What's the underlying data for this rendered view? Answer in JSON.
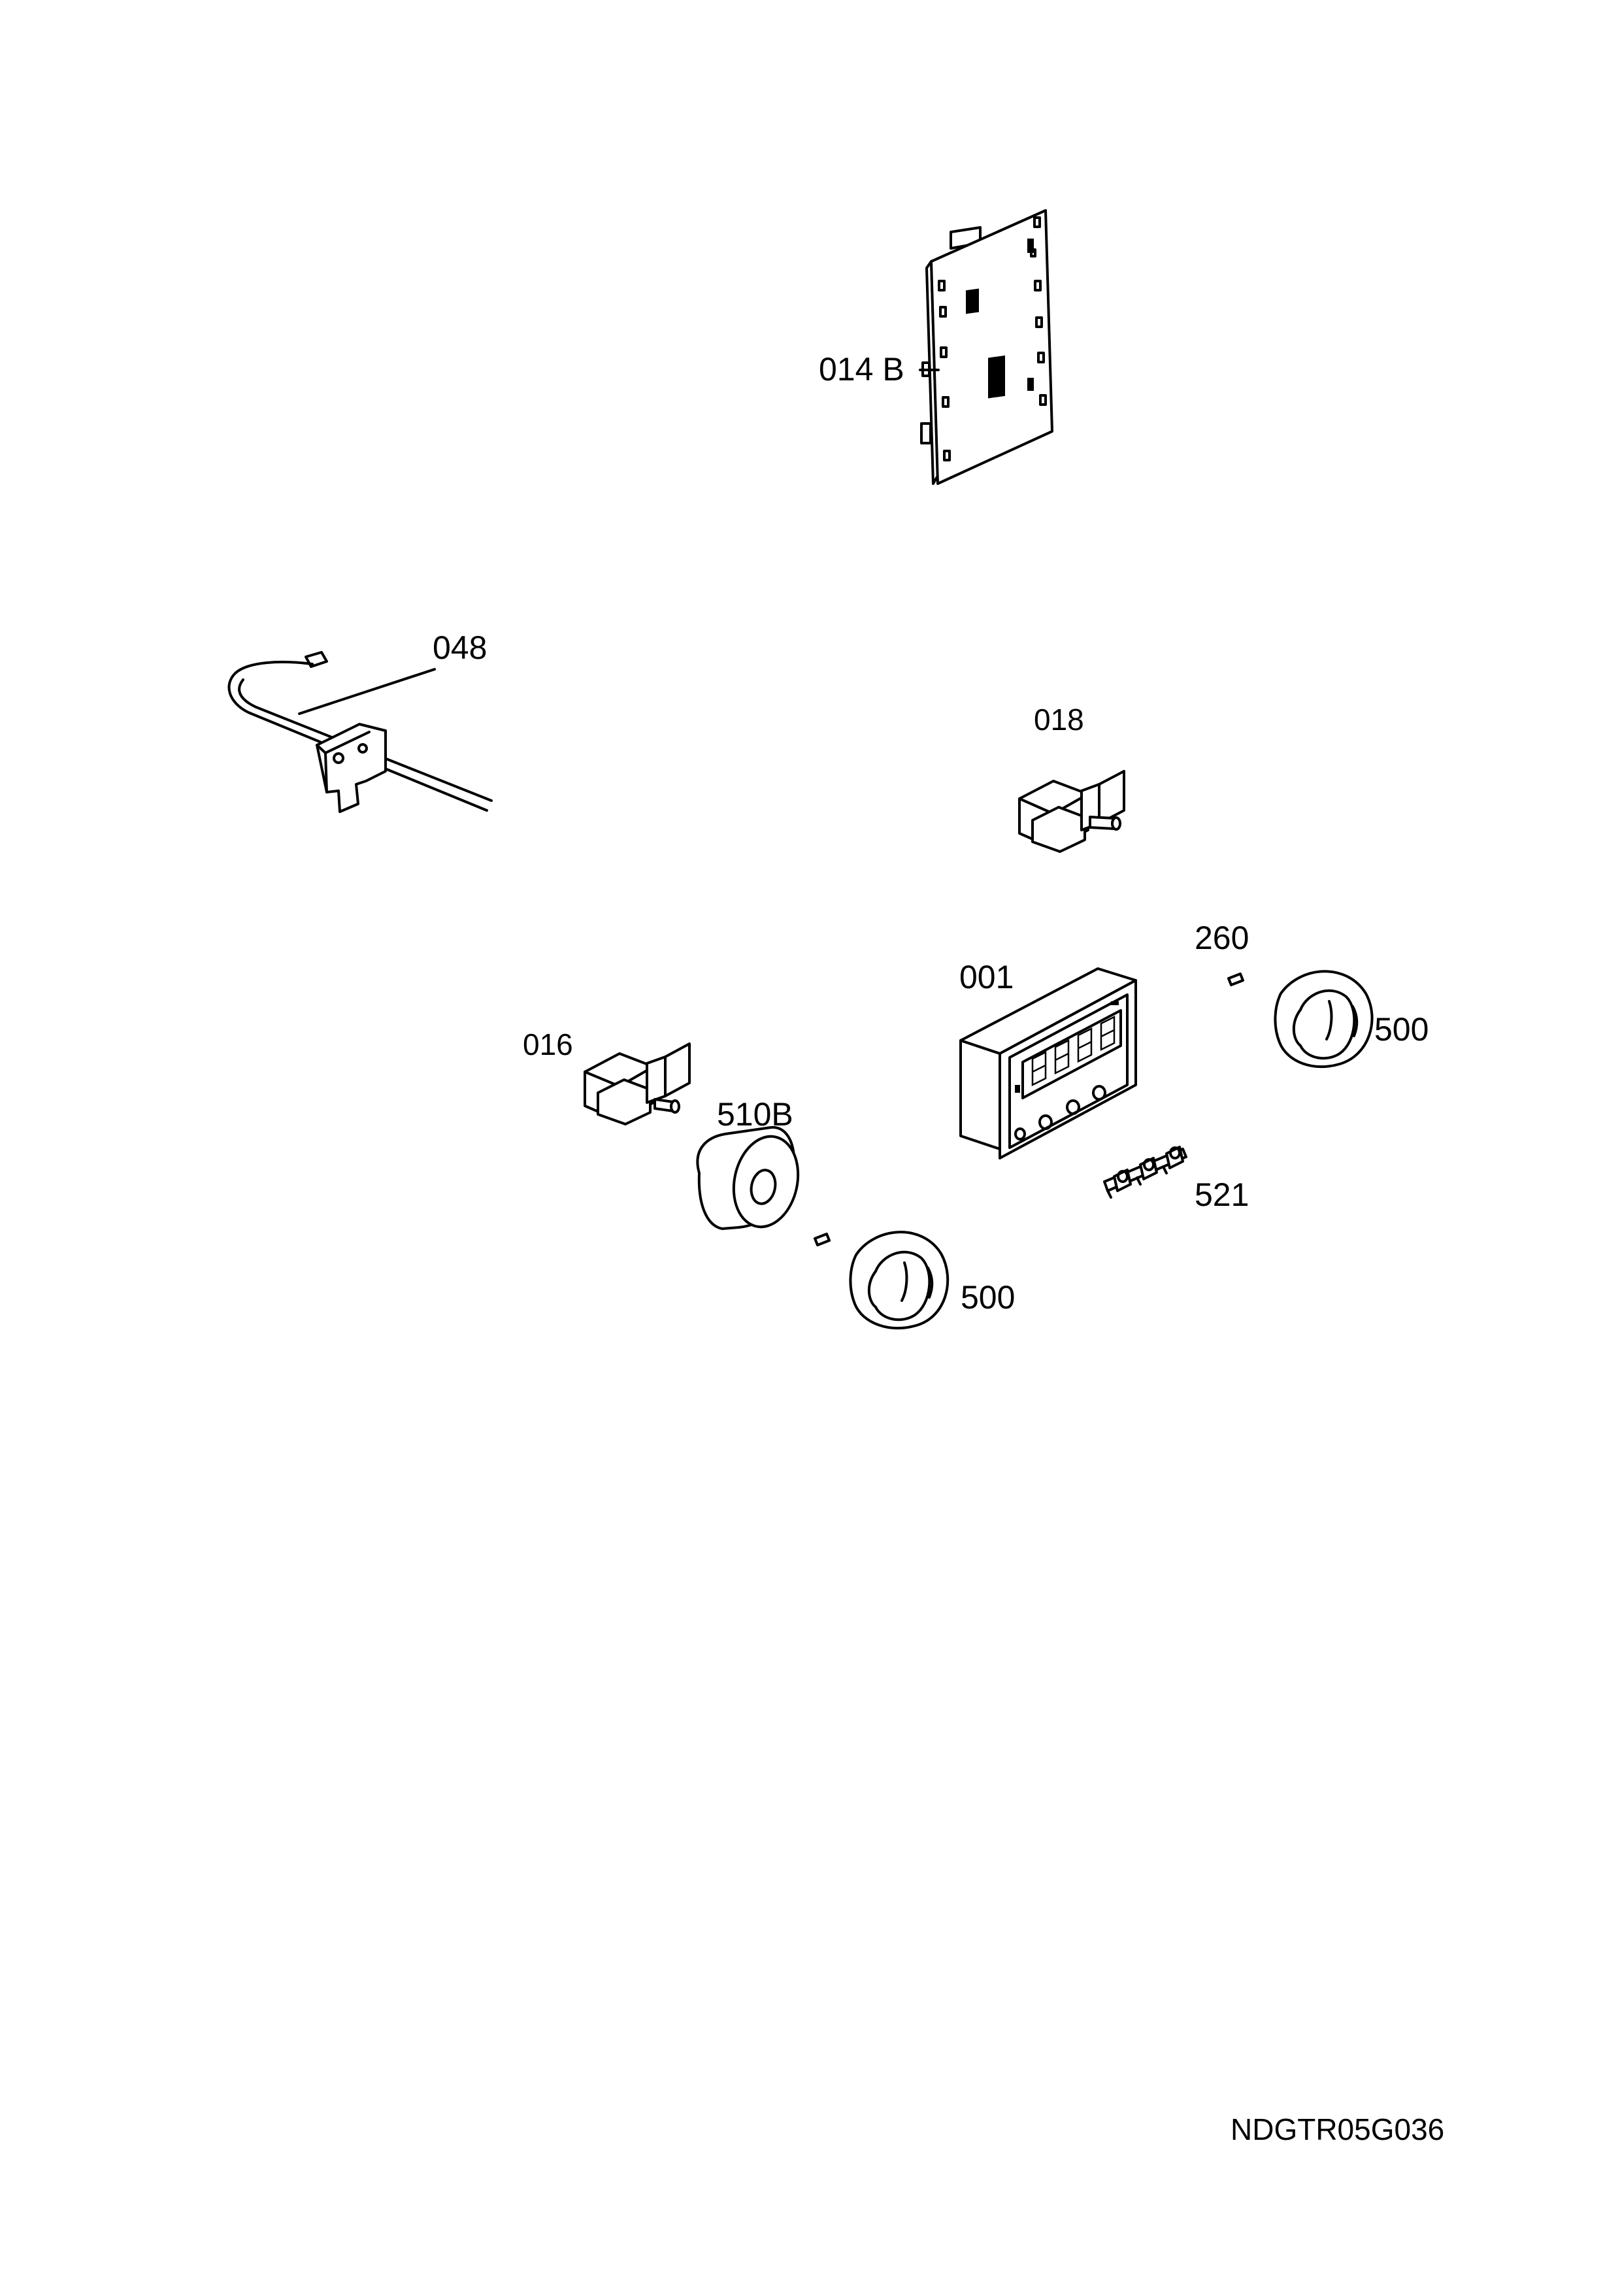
{
  "labels": {
    "p014b": "014 B",
    "p048": "048",
    "p018": "018",
    "p260": "260",
    "p001": "001",
    "p500_right": "500",
    "p016": "016",
    "p510b": "510B",
    "p521": "521",
    "p500_left": "500"
  },
  "document_code": "NDGTR05G036"
}
